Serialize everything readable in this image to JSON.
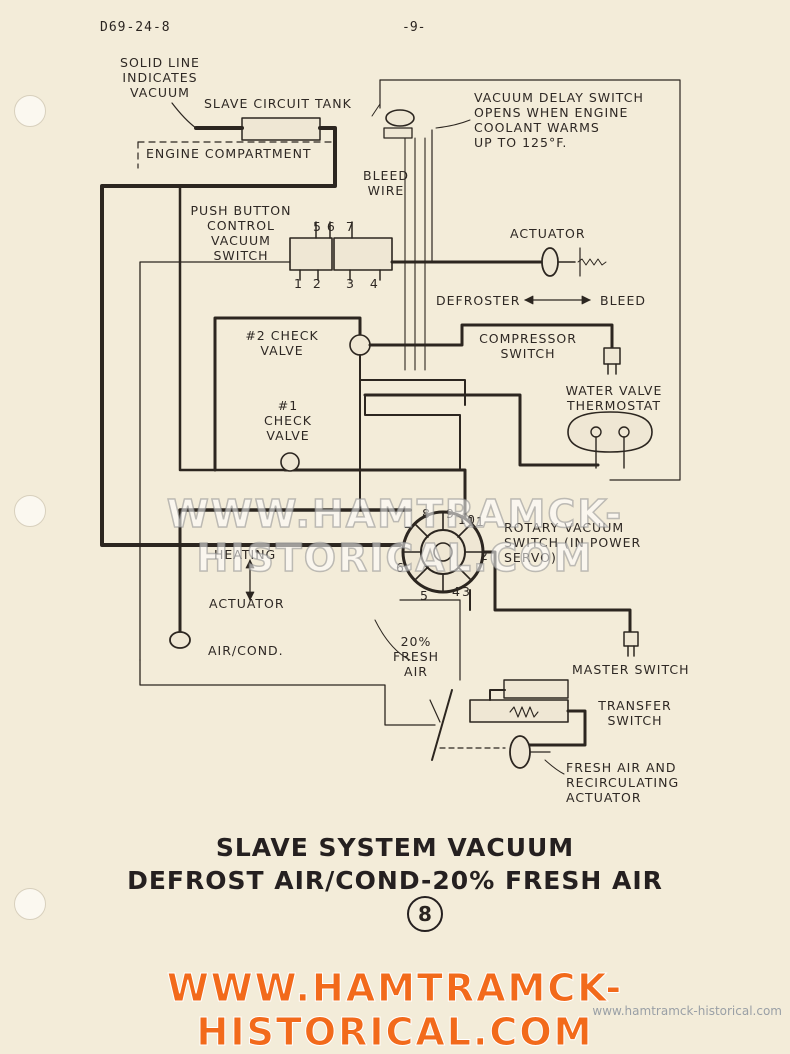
{
  "header": {
    "doc_id": "D69-24-8",
    "page_number": "-9-"
  },
  "labels": {
    "solid_line_note": "SOLID LINE\nINDICATES\nVACUUM",
    "slave_tank": "SLAVE CIRCUIT TANK",
    "engine_compartment": "ENGINE COMPARTMENT",
    "vacuum_delay_switch": "VACUUM DELAY SWITCH\nOPENS WHEN ENGINE\nCOOLANT WARMS\nUP TO 125°F.",
    "bleed_wire": "BLEED\nWIRE",
    "push_button_switch": "PUSH BUTTON\nCONTROL\nVACUUM\nSWITCH",
    "ports_top": "5 6  7",
    "ports_bottom_a": "1  2",
    "ports_bottom_b": "3   4",
    "actuator_top": "ACTUATOR",
    "defroster": "DEFROSTER",
    "bleed": "BLEED",
    "check_valve_2": "#2 CHECK\nVALVE",
    "compressor_switch": "COMPRESSOR\nSWITCH",
    "water_valve_thermostat": "WATER VALVE\nTHERMOSTAT",
    "check_valve_1": "#1\nCHECK\nVALVE",
    "rotary_switch": "ROTARY VACUUM\nSWITCH (IN POWER\nSERVO)",
    "heating": "HEATING",
    "actuator_left": "ACTUATOR",
    "air_cond": "AIR/COND.",
    "fresh_air_20": "20%\nFRESH\nAIR",
    "master_switch": "MASTER SWITCH",
    "transfer_switch": "TRANSFER\nSWITCH",
    "fresh_air_actuator": "FRESH AIR AND\nRECIRCULATING\nACTUATOR",
    "rotary_ports": [
      "8",
      "9",
      "10",
      "11",
      "7",
      "6",
      "5",
      "4",
      "3",
      "2"
    ]
  },
  "title": {
    "line1": "SLAVE SYSTEM VACUUM",
    "line2": "DEFROST AIR/COND-20% FRESH AIR",
    "figure_number": "8"
  },
  "watermarks": {
    "middle": "WWW.HAMTRAMCK-HISTORICAL.COM",
    "bottom": "WWW.HAMTRAMCK-HISTORICAL.COM",
    "small": "www.hamtramck-historical.com"
  }
}
